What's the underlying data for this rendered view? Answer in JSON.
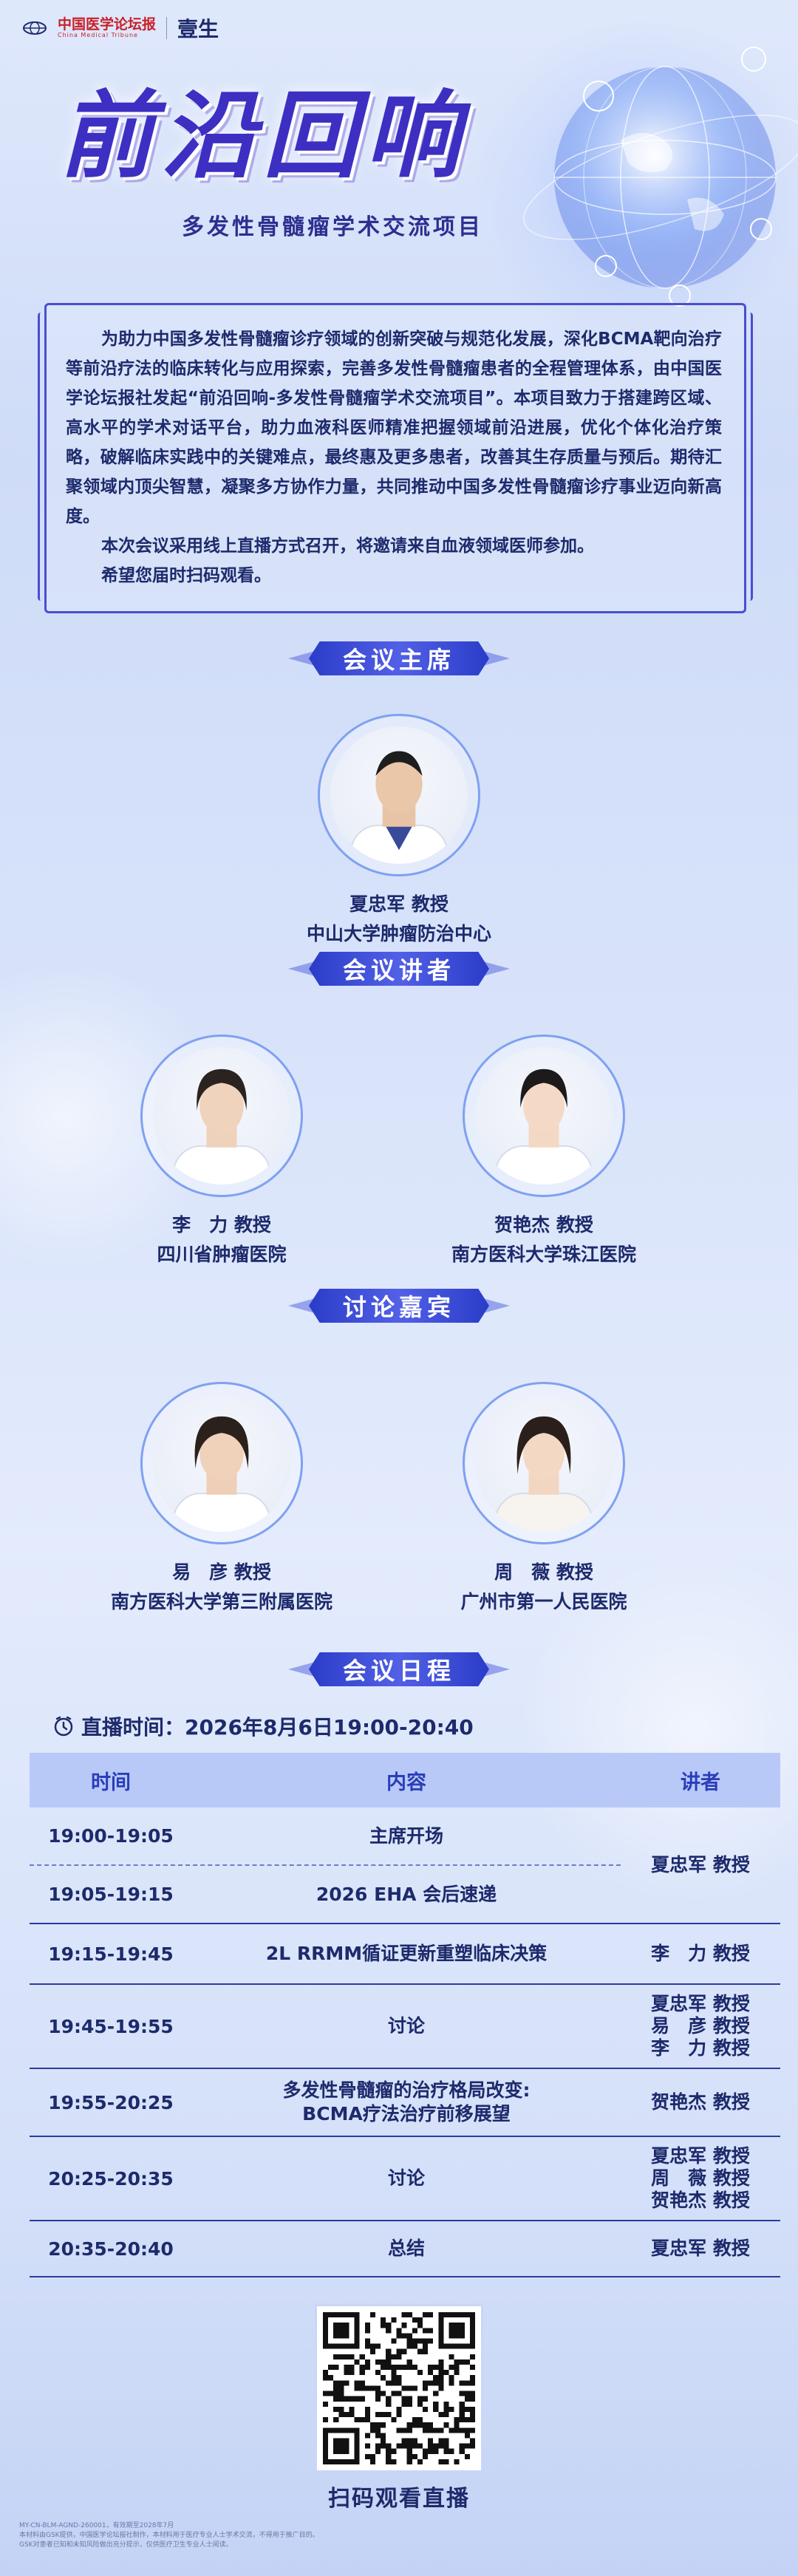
{
  "header": {
    "logo_text": "中国医学论坛报",
    "logo_sub": "China Medical Tribune",
    "brand": "壹生",
    "title": "前沿回响",
    "subtitle": "多发性骨髓瘤学术交流项目"
  },
  "intro": {
    "p1": "为助力中国多发性骨髓瘤诊疗领域的创新突破与规范化发展，深化BCMA靶向治疗等前沿疗法的临床转化与应用探索，完善多发性骨髓瘤患者的全程管理体系，由中国医学论坛报社发起“前沿回响-多发性骨髓瘤学术交流项目”。本项目致力于搭建跨区域、高水平的学术对话平台，助力血液科医师精准把握领域前沿进展，优化个体化治疗策略，破解临床实践中的关键难点，最终惠及更多患者，改善其生存质量与预后。期待汇聚领域内顶尖智慧，凝聚多方协作力量，共同推动中国多发性骨髓瘤诊疗事业迈向新高度。",
    "p2": "本次会议采用线上直播方式召开，将邀请来自血液领域医师参加。",
    "p3": "希望您届时扫码观看。"
  },
  "sections": {
    "chair": "会议主席",
    "speakers": "会议讲者",
    "guests": "讨论嘉宾",
    "schedule": "会议日程"
  },
  "chair": {
    "name": "夏忠军 教授",
    "org": "中山大学肿瘤防治中心"
  },
  "speakers": [
    {
      "name": "李　力 教授",
      "org": "四川省肿瘤医院"
    },
    {
      "name": "贺艳杰 教授",
      "org": "南方医科大学珠江医院"
    }
  ],
  "guests": [
    {
      "name": "易　彦 教授",
      "org": "南方医科大学第三附属医院"
    },
    {
      "name": "周　薇 教授",
      "org": "广州市第一人民医院"
    }
  ],
  "schedule": {
    "live_time": "直播时间：2026年8月6日19:00-20:40",
    "headers": {
      "time": "时间",
      "content": "内容",
      "speaker": "讲者"
    },
    "rows": [
      {
        "time": "19:00-19:05",
        "content": "主席开场"
      },
      {
        "time": "19:05-19:15",
        "content": "2026 EHA 会后速递",
        "speaker": "夏忠军 教授"
      },
      {
        "time": "19:15-19:45",
        "content": "2L RRMM循证更新重塑临床决策",
        "speaker": "李　力 教授"
      },
      {
        "time": "19:45-19:55",
        "content": "讨论",
        "speaker_lines": [
          "夏忠军 教授",
          "易　彦 教授",
          "李　力 教授"
        ]
      },
      {
        "time": "19:55-20:25",
        "content_lines": [
          "多发性骨髓瘤的治疗格局改变:",
          "BCMA疗法治疗前移展望"
        ],
        "speaker": "贺艳杰 教授"
      },
      {
        "time": "20:25-20:35",
        "content": "讨论",
        "speaker_lines": [
          "夏忠军 教授",
          "周　薇 教授",
          "贺艳杰 教授"
        ]
      },
      {
        "time": "20:35-20:40",
        "content": "总结",
        "speaker": "夏忠军 教授"
      }
    ]
  },
  "qr": {
    "caption": "扫码观看直播"
  },
  "footnote": {
    "line1": "MY-CN-BLM-AGND-260001，有效期至2028年7月",
    "line2": "本材料由GSK提供，中国医学论坛报社制作，本材料用于医疗专业人士学术交流，不得用于推广目的。",
    "line3": "GSK对患者已知和未知风险做出充分提示，仅供医疗卫生专业人士阅读。"
  },
  "colors": {
    "accent": "#3d2fc2",
    "text": "#1d2a6b",
    "banner": "#2a3cc8",
    "table_head": "#b8c9f8"
  }
}
